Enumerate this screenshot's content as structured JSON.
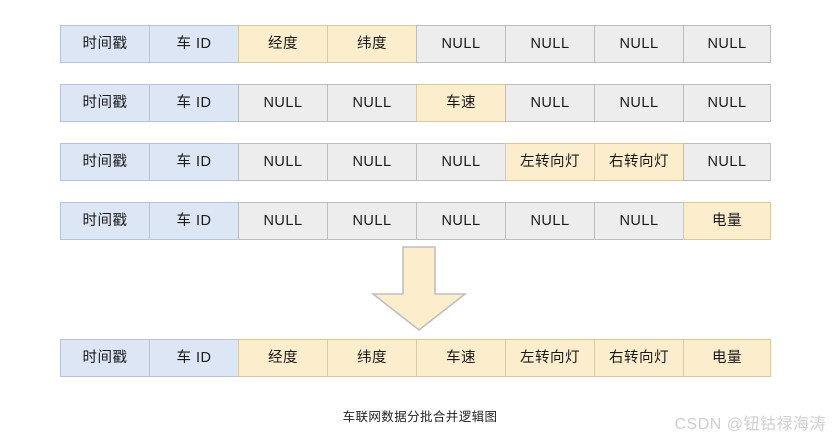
{
  "diagram": {
    "caption": "车联网数据分批合并逻辑图",
    "watermark": "CSDN @钮钴禄海涛",
    "arrow": {
      "name": "merge-down-arrow",
      "direction": "down",
      "fill": "#fceecd",
      "stroke": "#bfbfbf"
    },
    "colors": {
      "key_cell": "#dce6f5",
      "value_cell": "#fceecd",
      "null_cell": "#ededed",
      "border": "#b9b9b9",
      "text": "#1a1a1a",
      "background": "#ffffff"
    },
    "columns": [
      "时间戳",
      "车 ID",
      "经度",
      "纬度",
      "车速",
      "左转向灯",
      "右转向灯",
      "电量"
    ],
    "input_rows": [
      {
        "label": "batch-row-1",
        "cells": [
          {
            "text": "时间戳",
            "fill": "key"
          },
          {
            "text": "车 ID",
            "fill": "key"
          },
          {
            "text": "经度",
            "fill": "value"
          },
          {
            "text": "纬度",
            "fill": "value"
          },
          {
            "text": "NULL",
            "fill": "null"
          },
          {
            "text": "NULL",
            "fill": "null"
          },
          {
            "text": "NULL",
            "fill": "null"
          },
          {
            "text": "NULL",
            "fill": "null"
          }
        ]
      },
      {
        "label": "batch-row-2",
        "cells": [
          {
            "text": "时间戳",
            "fill": "key"
          },
          {
            "text": "车 ID",
            "fill": "key"
          },
          {
            "text": "NULL",
            "fill": "null"
          },
          {
            "text": "NULL",
            "fill": "null"
          },
          {
            "text": "车速",
            "fill": "value"
          },
          {
            "text": "NULL",
            "fill": "null"
          },
          {
            "text": "NULL",
            "fill": "null"
          },
          {
            "text": "NULL",
            "fill": "null"
          }
        ]
      },
      {
        "label": "batch-row-3",
        "cells": [
          {
            "text": "时间戳",
            "fill": "key"
          },
          {
            "text": "车 ID",
            "fill": "key"
          },
          {
            "text": "NULL",
            "fill": "null"
          },
          {
            "text": "NULL",
            "fill": "null"
          },
          {
            "text": "NULL",
            "fill": "null"
          },
          {
            "text": "左转向灯",
            "fill": "value"
          },
          {
            "text": "右转向灯",
            "fill": "value"
          },
          {
            "text": "NULL",
            "fill": "null"
          }
        ]
      },
      {
        "label": "batch-row-4",
        "cells": [
          {
            "text": "时间戳",
            "fill": "key"
          },
          {
            "text": "车 ID",
            "fill": "key"
          },
          {
            "text": "NULL",
            "fill": "null"
          },
          {
            "text": "NULL",
            "fill": "null"
          },
          {
            "text": "NULL",
            "fill": "null"
          },
          {
            "text": "NULL",
            "fill": "null"
          },
          {
            "text": "NULL",
            "fill": "null"
          },
          {
            "text": "电量",
            "fill": "value"
          }
        ]
      }
    ],
    "output_row": {
      "label": "merged-row",
      "cells": [
        {
          "text": "时间戳",
          "fill": "key"
        },
        {
          "text": "车 ID",
          "fill": "key"
        },
        {
          "text": "经度",
          "fill": "value"
        },
        {
          "text": "纬度",
          "fill": "value"
        },
        {
          "text": "车速",
          "fill": "value"
        },
        {
          "text": "左转向灯",
          "fill": "value"
        },
        {
          "text": "右转向灯",
          "fill": "value"
        },
        {
          "text": "电量",
          "fill": "value"
        }
      ]
    }
  }
}
